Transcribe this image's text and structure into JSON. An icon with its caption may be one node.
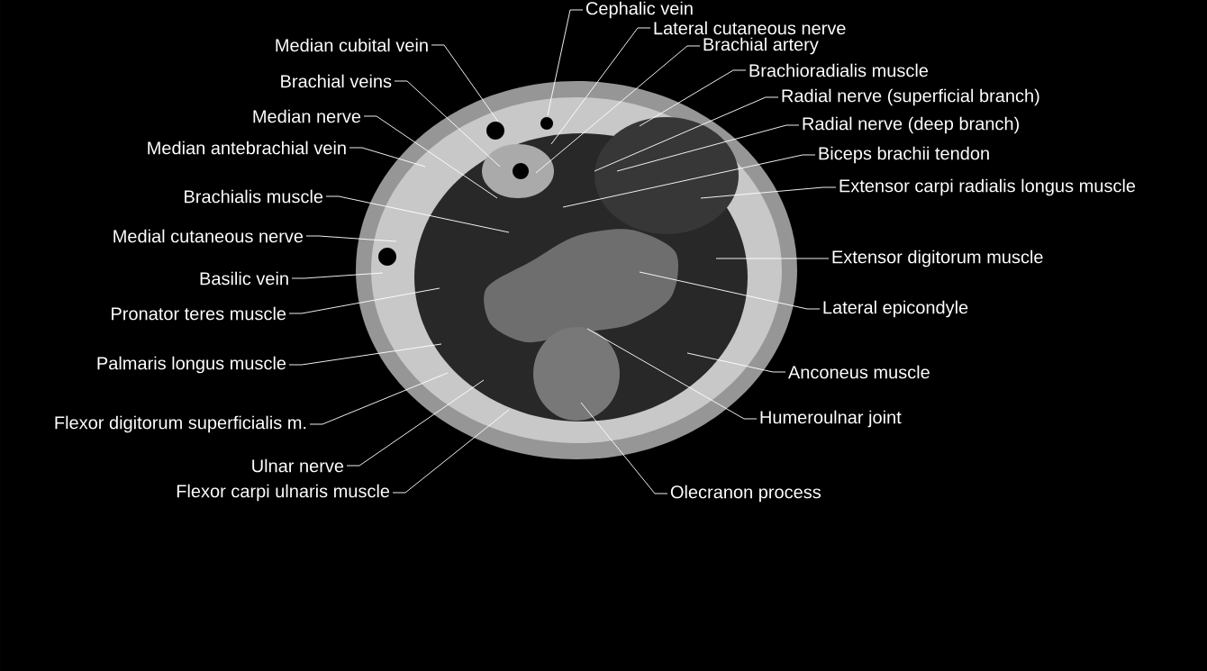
{
  "diagram": {
    "nodes": [
      {
        "text": [
          "Cephalic vein"
        ]
      },
      {
        "text": [
          "Lateral cutaneous nerve"
        ]
      },
      {
        "text": [
          "Median cubital vein"
        ]
      },
      {
        "text": [
          "Brachial artery"
        ]
      },
      {
        "text": [
          "Brachioradialis muscle"
        ]
      },
      {
        "text": [
          "Brachial veins"
        ]
      },
      {
        "text": [
          "Radial nerve (superficial branch)"
        ]
      },
      {
        "text": [
          "Median nerve"
        ]
      },
      {
        "text": [
          "Radial nerve (deep branch)"
        ]
      },
      {
        "text": [
          "Median antebrachial vein"
        ]
      },
      {
        "text": [
          "Biceps brachii tendon"
        ]
      },
      {
        "text": [
          "Extensor carpi radialis longus muscle"
        ]
      },
      {
        "text": [
          "Brachialis muscle"
        ]
      },
      {
        "text": [
          "Medial cutaneous nerve"
        ]
      },
      {
        "text": [
          "Extensor digitorum muscle"
        ]
      },
      {
        "text": [
          "Basilic vein"
        ]
      },
      {
        "text": [
          "Lateral epicondyle"
        ]
      },
      {
        "text": [
          "Pronator teres muscle"
        ]
      },
      {
        "text": [
          "Palmaris longus muscle"
        ]
      },
      {
        "text": [
          "Anconeus muscle"
        ]
      },
      {
        "text": [
          "Humeroulnar joint"
        ]
      },
      {
        "text": [
          "Flexor digitorum superficialis m."
        ]
      },
      {
        "text": [
          "Ulnar nerve"
        ]
      },
      {
        "text": [
          "Flexor carpi ulnaris muscle"
        ]
      },
      {
        "text": [
          "Olecranon process"
        ]
      }
    ],
    "edges": [
      {
        "from": 0,
        "to": null,
        "arrow": "none"
      },
      {
        "from": 1,
        "to": null,
        "arrow": "none"
      },
      {
        "from": 2,
        "to": null,
        "arrow": "none"
      },
      {
        "from": 3,
        "to": null,
        "arrow": "none"
      },
      {
        "from": 4,
        "to": null,
        "arrow": "none"
      },
      {
        "from": 5,
        "to": null,
        "arrow": "none"
      },
      {
        "from": 6,
        "to": null,
        "arrow": "none"
      },
      {
        "from": 7,
        "to": null,
        "arrow": "none"
      },
      {
        "from": 8,
        "to": null,
        "arrow": "none"
      },
      {
        "from": 9,
        "to": null,
        "arrow": "none"
      },
      {
        "from": 10,
        "to": null,
        "arrow": "none"
      },
      {
        "from": 11,
        "to": null,
        "arrow": "none"
      },
      {
        "from": 12,
        "to": null,
        "arrow": "none"
      },
      {
        "from": 13,
        "to": null,
        "arrow": "none"
      },
      {
        "from": 14,
        "to": null,
        "arrow": "none"
      },
      {
        "from": 15,
        "to": null,
        "arrow": "none"
      },
      {
        "from": 16,
        "to": null,
        "arrow": "none"
      },
      {
        "from": 17,
        "to": null,
        "arrow": "none"
      },
      {
        "from": 18,
        "to": null,
        "arrow": "none"
      },
      {
        "from": 19,
        "to": null,
        "arrow": "none"
      },
      {
        "from": 20,
        "to": null,
        "arrow": "none"
      },
      {
        "from": 21,
        "to": null,
        "arrow": "none"
      },
      {
        "from": 22,
        "to": null,
        "arrow": "none"
      },
      {
        "from": 23,
        "to": null,
        "arrow": "none"
      },
      {
        "from": 24,
        "to": null,
        "arrow": "none"
      }
    ]
  }
}
